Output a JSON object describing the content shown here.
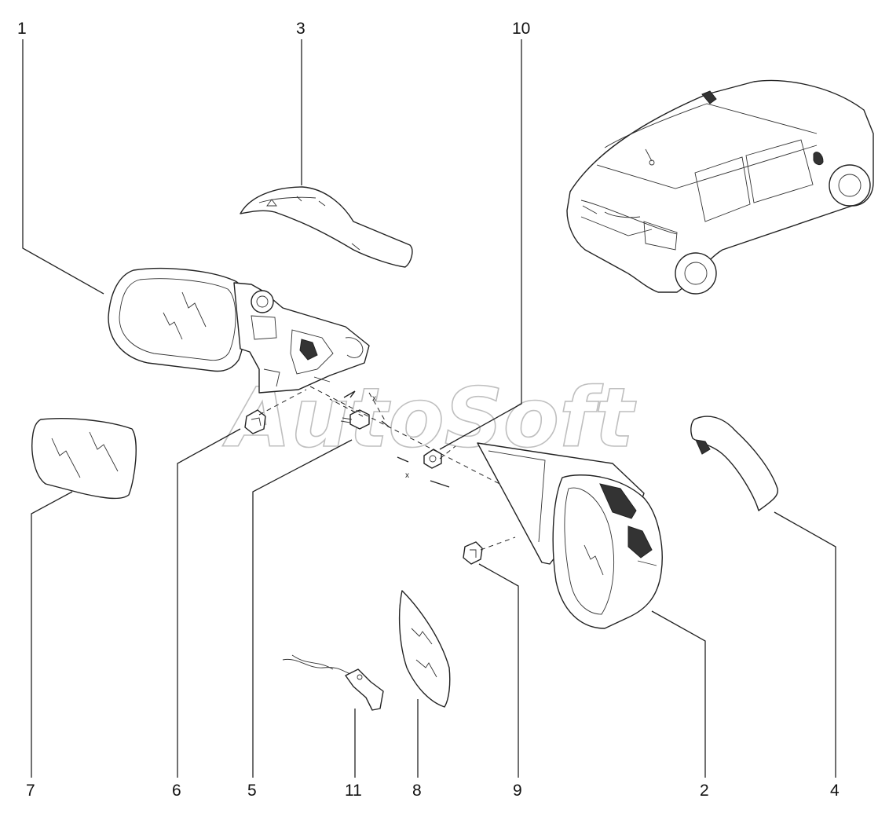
{
  "watermark": "AutoSoft",
  "dimension_mark": "x",
  "callouts": [
    "1",
    "2",
    "3",
    "4",
    "5",
    "6",
    "7",
    "8",
    "9",
    "10",
    "11"
  ]
}
